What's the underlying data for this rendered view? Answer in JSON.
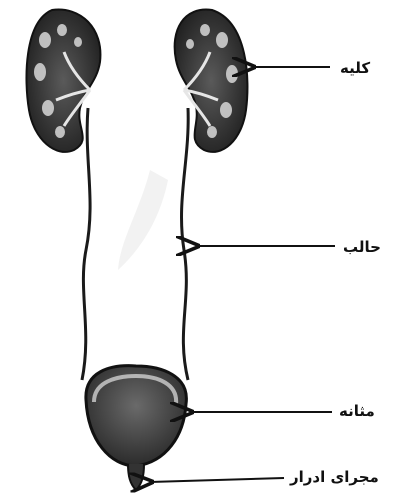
{
  "labels": {
    "kidney": "کلیه",
    "ureter": "حالب",
    "bladder": "مثانه",
    "urethra": "مجرای ادرار"
  },
  "colors": {
    "ink": "#1a1a1a",
    "kidney_fill": "#3a3a3a",
    "bladder_fill": "#404040",
    "background": "#ffffff"
  }
}
